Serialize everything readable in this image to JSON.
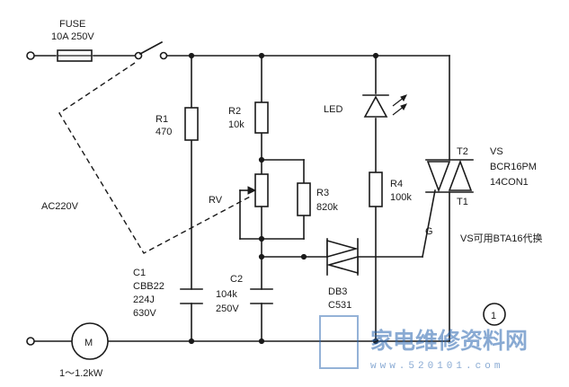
{
  "fuse": {
    "name": "FUSE",
    "rating": "10A 250V"
  },
  "source": {
    "label": "AC220V"
  },
  "r1": {
    "ref": "R1",
    "value": "470"
  },
  "r2": {
    "ref": "R2",
    "value": "10k"
  },
  "rv": {
    "ref": "RV"
  },
  "r3": {
    "ref": "R3",
    "value": "820k"
  },
  "led": {
    "ref": "LED"
  },
  "r4": {
    "ref": "R4",
    "value": "100k"
  },
  "vs": {
    "ref": "VS",
    "part": "BCR16PM",
    "part2": "14CON1",
    "t2": "T2",
    "t1": "T1",
    "gate": "G",
    "note": "VS可用BTA16代换"
  },
  "c1": {
    "ref": "C1",
    "type": "CBB22",
    "code": "224J",
    "voltage": "630V"
  },
  "c2": {
    "ref": "C2",
    "value": "104k",
    "voltage": "250V"
  },
  "db3": {
    "ref": "DB3",
    "part": "C531"
  },
  "motor": {
    "symbol": "M",
    "rating": "1～1.2kW"
  },
  "figure_number": "1",
  "watermark": {
    "text": "家电维修资料网",
    "url": "www.520101.com"
  }
}
